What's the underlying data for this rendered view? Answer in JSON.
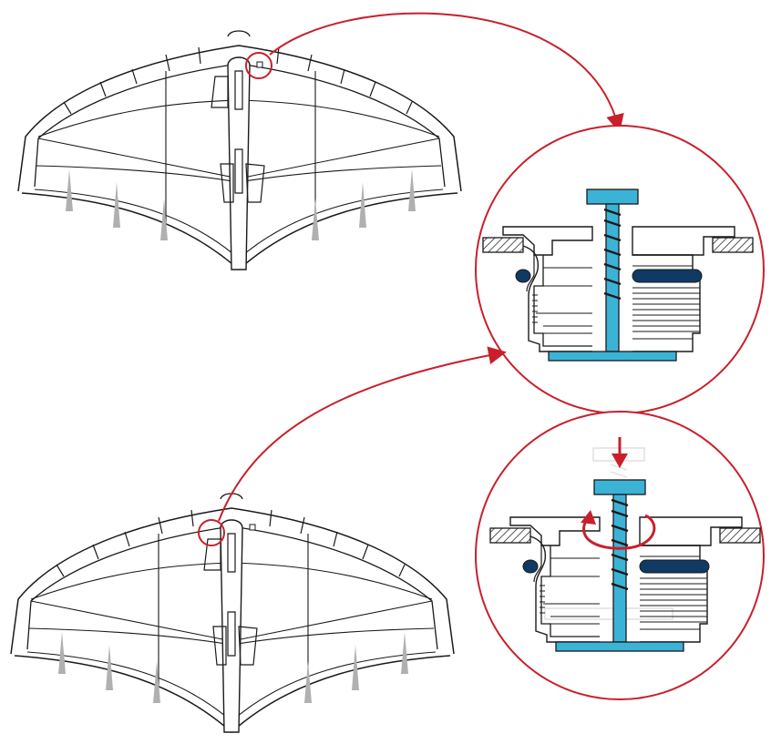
{
  "diagram": {
    "kind": "wing valve detail illustration",
    "colors": {
      "outline": "#1a1a1a",
      "callout": "#c8202b",
      "pin": "#3bb3d6",
      "seal": "#0f3a63",
      "hatch": "#1a1a1a",
      "ghost": "#c8c8c8",
      "batten": "#b0b0b0"
    },
    "panels": [
      {
        "id": "top",
        "state": "closed",
        "icon": "valve-closed"
      },
      {
        "id": "bottom",
        "state": "pressed-and-twisted",
        "icon": "valve-open-rotate"
      }
    ]
  }
}
